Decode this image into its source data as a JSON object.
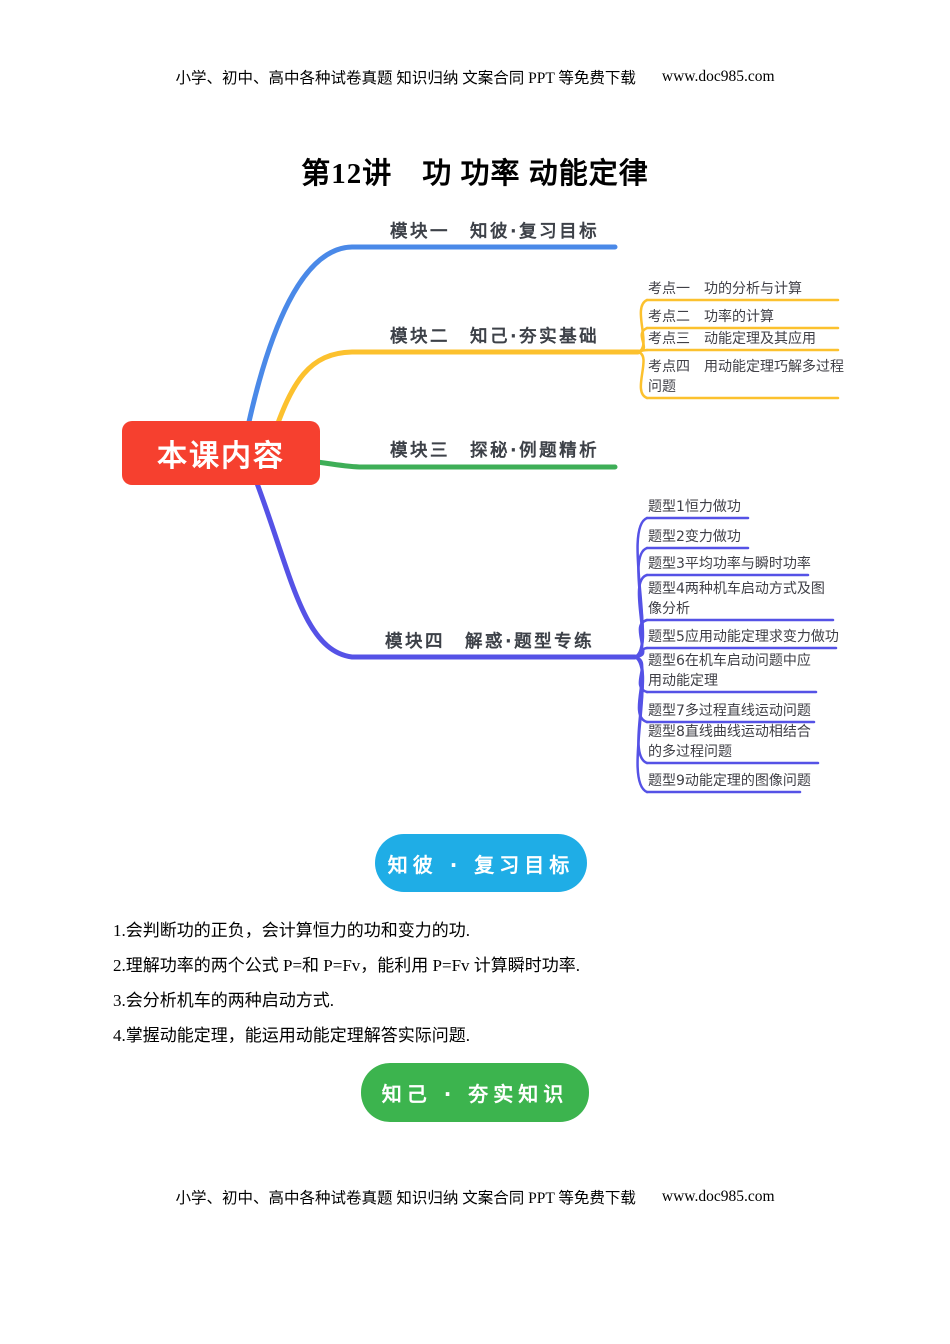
{
  "page": {
    "header": {
      "text": "小学、初中、高中各种试卷真题 知识归纳 文案合同 PPT 等免费下载",
      "url": "www.doc985.com"
    },
    "footer": {
      "text": "小学、初中、高中各种试卷真题 知识归纳 文案合同 PPT 等免费下载",
      "url": "www.doc985.com"
    },
    "title": "第12讲　功 功率 动能定律"
  },
  "mindmap": {
    "center": "本课内容",
    "center_color": "#f6402f",
    "branches": [
      {
        "label": "模块一　知彼·复习目标",
        "color": "#4a89e8",
        "children": []
      },
      {
        "label": "模块二　知己·夯实基础",
        "color": "#fcc12e",
        "children": [
          "考点一　功的分析与计算",
          "考点二　功率的计算",
          "考点三　动能定理及其应用",
          "考点四　用动能定理巧解多过程\n问题"
        ]
      },
      {
        "label": "模块三　探秘·例题精析",
        "color": "#3eae57",
        "children": []
      },
      {
        "label": "模块四　解惑·题型专练",
        "color": "#5552e6",
        "children": [
          "题型1恒力做功",
          "题型2变力做功",
          "题型3平均功率与瞬时功率",
          "题型4两种机车启动方式及图\n像分析",
          "题型5应用动能定理求变力做功",
          "题型6在机车启动问题中应\n用动能定理",
          "题型7多过程直线运动问题",
          "题型8直线曲线运动相结合\n的多过程问题",
          "题型9动能定理的图像问题"
        ]
      }
    ]
  },
  "section_review": {
    "badge": "知彼 · 复习目标",
    "badge_color": "#1fade6",
    "goals": [
      "1.会判断功的正负，会计算恒力的功和变力的功.",
      "2.理解功率的两个公式 P=和 P=Fv，能利用 P=Fv 计算瞬时功率.",
      "3.会分析机车的两种启动方式.",
      "4.掌握动能定理，能运用动能定理解答实际问题."
    ]
  },
  "section_consolidate": {
    "badge": "知己 · 夯实知识",
    "badge_color": "#3cb44e"
  }
}
